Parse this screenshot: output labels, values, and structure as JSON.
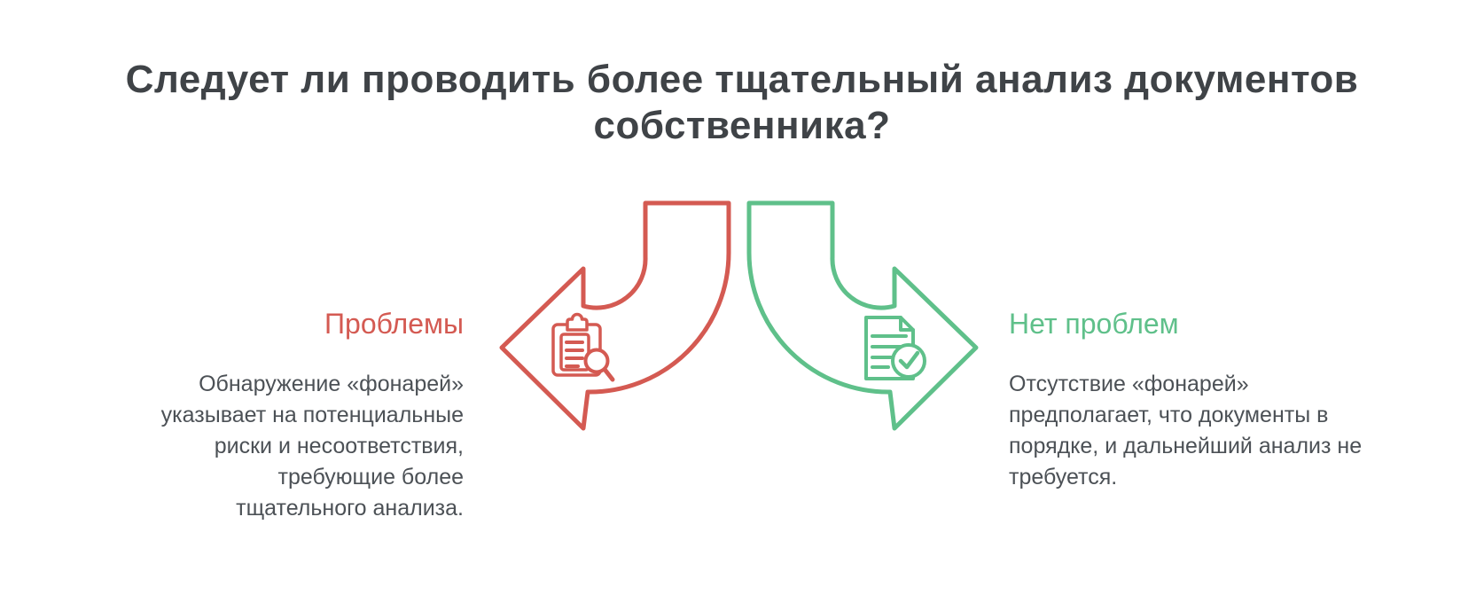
{
  "title": {
    "line1": "Следует ли проводить более тщательный анализ документов",
    "line2": "собственника?"
  },
  "left": {
    "heading": "Проблемы",
    "body": "Обнаружение «фонарей» указывает на потенциальные риски и несоответствия, требующие более тщательного анализа.",
    "icon": "clipboard-search-icon",
    "arrow_direction": "left"
  },
  "right": {
    "heading": "Нет проблем",
    "body": "Отсутствие «фонарей» предполагает, что документы в порядке, и дальнейший анализ не требуется.",
    "icon": "document-check-icon",
    "arrow_direction": "right"
  },
  "colors": {
    "red": "#D45A52",
    "green": "#5FC08A",
    "title_text": "#3F4347",
    "body_text": "#4C5156",
    "background": "#FFFFFF"
  }
}
